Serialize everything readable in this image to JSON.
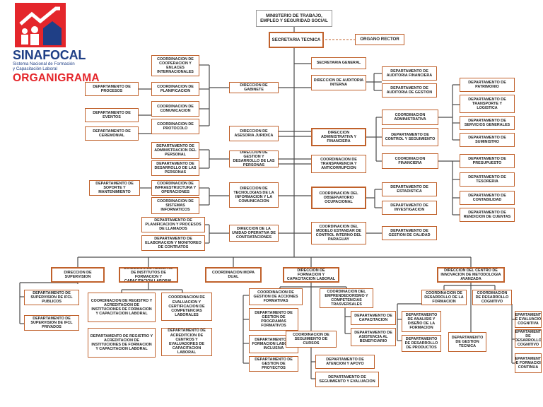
{
  "logo": {
    "name": "SINAFOCAL",
    "line1": "Sistema Nacional de Formación",
    "line2": "y Capacitación Laboral",
    "subtitle": "ORGANIGRAMA"
  },
  "nodes": {
    "ministerio": "MINISTERIO DE TRABAJO, EMPLEO Y SEGURIDAD SOCIAL",
    "secretaria_tecnica": "SECRETARIA TECNICA",
    "organo_rector": "ORGANO RECTOR",
    "secretaria_general": "SECRETARIA GENERAL",
    "dir_auditoria": "DIRECCION DE AUDITORIA INTERNA",
    "dep_aud_financiera": "DEPARTAMENTO DE AUDITORIA FINANCIERA",
    "dep_aud_gestion": "DEPARTAMENTO DE AUDITORIA DE GESTION",
    "dir_gabinete": "DIRECCION DE GABINETE",
    "coord_cooperacion": "COORDINACION DE COOPERACION Y ENLACES INTERNACIONALES",
    "coord_planificacion": "COORDINACION DE PLANIFICACION",
    "dep_procesos": "DEPARTAMENTO DE PROCESOS",
    "coord_comunicacion": "COORDINACION DE COMUNICACION",
    "dep_eventos": "DEPARTAMENTO DE EVENTOS",
    "coord_protocolo": "COORDINACION DE PROTOCOLO",
    "dep_ceremonial": "DEPARTAMENTO DE CEREMONIAL",
    "dir_asesoria": "DIRECCION DE ASESORIA JURIDICA",
    "dir_gestion_personas": "DIRECCION DE GESTION Y DESARROLLO DE LAS PERSONAS",
    "dep_admin_personal": "DEPARTAMENTO DE ADMINISTRACION DEL PERSONAL",
    "dep_desarrollo_personas": "DEPARTAMENTO DE DESARROLLO DE LAS PERSONAS",
    "dir_tecnologias": "DIRECCION DE TECNOLOGIAS DE LA INFORMACION Y LA COMUNICACION",
    "coord_infraestructura": "COORDINACION DE INFRAESTRUCTURA Y OPERACIONES",
    "dep_soporte": "DEPARTAMENTO DE SOPORTE Y MANTENIMIENTO",
    "coord_sistemas": "COORDINACION DE SISTEMAS INFORMATICOS",
    "dir_contrataciones": "DIRECCION DE LA UNIDAD OPERATIVA DE CONTRATACIONES",
    "dep_planif_llamados": "DEPARTAMENTO DE PLANIFICACION Y PROCESOS DE LLAMADOS",
    "dep_elaboracion": "DEPARTAMENTO DE ELABORACION Y MONITOREO DE CONTRATOS",
    "dir_admin_fin": "DIRECCION ADMINISTRATIVA Y FINANCIERA",
    "coord_administrativa": "COORDINACION ADMINISTRATIVA",
    "dep_control": "DEPARTAMENTO DE CONTROL Y SEGUIMIENTO",
    "coord_financiera": "COORDINACION FINANCIERA",
    "dep_patrimonio": "DEPARTAMENTO DE PATRIMONIO",
    "dep_transporte": "DEPARTAMENTO DE TRANSPORTE Y LOGISTICA",
    "dep_servicios": "DEPARTAMENTO DE SERVICIOS GENERALES",
    "dep_suministro": "DEPARTAMENTO DE SUMINISTRO",
    "dep_presupuesto": "DEPARTAMENTO DE PRESUPUESTO",
    "dep_tesoreria": "DEPARTAMENTO DE TESORERIA",
    "dep_contabilidad": "DEPARTAMENTO DE CONTABILIDAD",
    "dep_rendicion": "DEPARTAMENTO DE RENDICION DE CUENTAS",
    "coord_transparencia": "COORDINACION DE TRANSPARENCIA Y ANTICORRUPCION",
    "coord_observatorio": "COORDINACION DEL OBSERVATORIO OCUPACIONAL",
    "dep_estadistica": "DEPARTAMENTO DE ESTADISTICA",
    "dep_investigacion": "DEPARTAMENTO DE INVESTIGACION",
    "coord_meci": "COORDINACION DEL MODELO ESTANDAR DE CONTROL INTERNO DEL PARAGUAY",
    "dep_calidad": "DEPARTAMENTO DE GESTION DE CALIDAD",
    "dir_supervision": "DIRECCION DE SUPERVISION",
    "dep_sup_publicos": "DEPARTAMENTO DE SUPERVISION DE IFCL PUBLICOS",
    "dep_sup_privados": "DEPARTAMENTO DE SUPERVISION DE IFCL PRIVADOS",
    "dir_registro": "DIRECCION DE REGISTRO DE INSTITUTOS DE FORMACION Y CAPACITACION LABORAL",
    "coord_registro_acred": "COORDINACION DE REGISTRO Y ACREDITACION DE INSTITUCIONES DE FORMACION Y CAPACITACION LABORAL",
    "dep_registro_acred": "DEPARTAMENTO DE REGISTRO Y ACREDITACION DE INSTITUCIONES DE FORMACION Y CAPACITACION LABORAL",
    "coord_evaluacion": "COORDINACION DE EVALUACION Y CERTIFICACION DE COMPETENCIAS LABORALES",
    "dep_acred_centros": "DEPARTAMENTO DE ACREDITCION DE CENTROS Y EVALUADORES DE CAPACITACION LABORAL",
    "coord_mopa": "COORDINACION MOPA DUAL",
    "dir_formacion": "DIRECCION DE FORMACION Y CAPACITACION LABORAL",
    "coord_acciones": "COORDINACION DE GESTION DE ACCIONES FORMATIVAS",
    "dep_programas": "DEPARTAMENTO DE GESTION DE PROGRAMAS FORMATIVOS",
    "dep_inclusiva": "DEPARTAMENTO DE FORMACION LABORAL INCLUSIVA",
    "dep_proyectos": "DEPARTAMENTO DE GESTION DE PROYECTOS",
    "coord_emprendedorismo": "COORDINACION DEL EMPRENDEDORISMO Y COMPETENCIAS TRASVERSALES",
    "dep_capacitacion": "DEPARTAMENTO DE CAPACITACION",
    "dep_asistencia": "DEPARTAMENTO DE ASISTENCIA AL BENEFICIARIO",
    "coord_seguimiento": "COORDINACION DE SEGUIMIENTO DE CURSOS",
    "dep_atencion": "DEPARTAMENTO DE ATENCION Y APOYO",
    "dep_seg_eval": "DEPARTAMENTO DE SEGUIMIENTO Y EVALUACION",
    "dir_innovacion": "DIRECCION DEL CENTRO DE INNOVACION DE METODOLOGIA AVANZADA",
    "coord_des_formacion": "COORDINACION DE DESARROLLO DE LA FORMACION",
    "dep_analisis": "DEPARTAMENTO DE ANALISIS Y DISEÑO DE LA FORMACION",
    "dep_des_productos": "DEPARTAMENTO DE DESARROLLO DE PRODUCTOS",
    "coord_des_cognitivo": "COORDINACION DE DESARROLLO COGNITIVO",
    "dep_gestion_tecnica": "DEPARTAMENTO DE GESTION TECNICA",
    "dep_eval_cognitiva": "DEPARTAMENTO DE EVALUACION COGNITIVA",
    "dep_des_cognitivo": "DEPARTAMENTO DE DESARROLLO COGNITIVO",
    "dep_form_continua": "DEPARTAMENTO DE FORMACION CONTINUA"
  }
}
